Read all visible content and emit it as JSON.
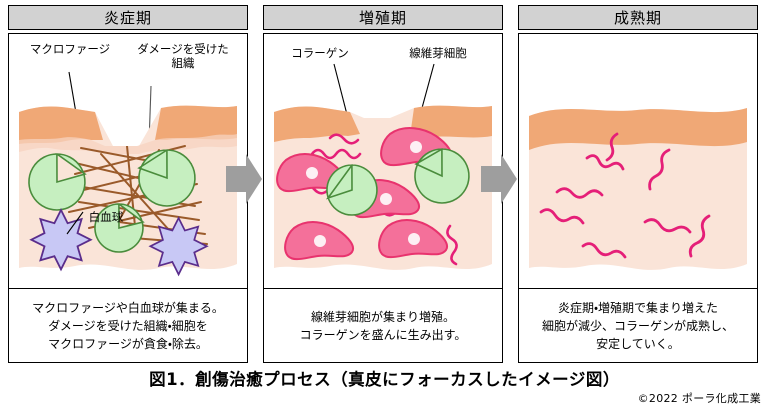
{
  "figure": {
    "title": "図1．創傷治癒プロセス（真皮にフォーカスしたイメージ図）",
    "copyright": "©2022  ポーラ化成工業"
  },
  "colors": {
    "header_bg": "#d2d2d2",
    "border": "#000000",
    "epidermis": "#f0a876",
    "dermis": "#fae4d8",
    "macrophage_fill": "#c6efc0",
    "macrophage_stroke": "#4a8c3c",
    "leukocyte_fill": "#c8c8f5",
    "leukocyte_stroke": "#5a2d8c",
    "fibroblast_fill": "#f4709a",
    "fibroblast_stroke": "#e8336e",
    "fibroblast_nucleus": "#fdf0f4",
    "collagen": "#e51f78",
    "damaged_tissue": "#9a5a2a",
    "arrow": "#9e9e9e"
  },
  "panels": [
    {
      "id": "inflammation",
      "header": "炎症期",
      "labels": [
        {
          "name": "macrophage",
          "text": "マクロファージ"
        },
        {
          "name": "damaged-tissue",
          "text": "ダメージを受けた\n組織"
        },
        {
          "name": "leukocyte",
          "text": "白血球"
        }
      ],
      "caption": "マクロファージや白血球が集まる。\nダメージを受けた組織・細胞を\nマクロファージが貪食・除去。"
    },
    {
      "id": "proliferation",
      "header": "増殖期",
      "labels": [
        {
          "name": "collagen",
          "text": "コラーゲン"
        },
        {
          "name": "fibroblast",
          "text": "線維芽細胞"
        }
      ],
      "caption": "線維芽細胞が集まり増殖。\nコラーゲンを盛んに生み出す。"
    },
    {
      "id": "maturation",
      "header": "成熟期",
      "labels": [],
      "caption": "炎症期・増殖期で集まり増えた\n細胞が減少、コラーゲンが成熟し、\n安定していく。"
    }
  ],
  "arrows": [
    {
      "name": "arrow-inflammation-to-proliferation"
    },
    {
      "name": "arrow-proliferation-to-maturation"
    }
  ]
}
